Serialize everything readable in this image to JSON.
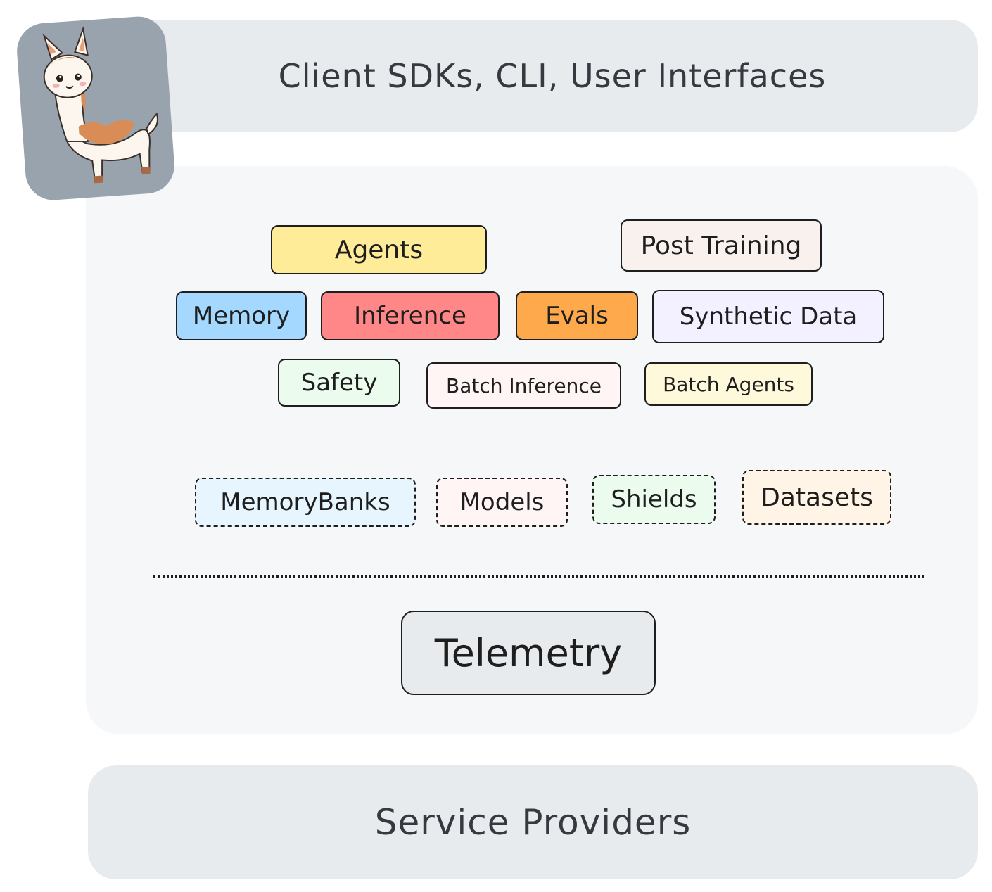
{
  "client_layer": {
    "label": "Client SDKs, CLI, User Interfaces"
  },
  "apis": [
    {
      "label": "Agents",
      "fill": "#ffec99"
    },
    {
      "label": "Post Training",
      "fill": "#f8f1ee"
    },
    {
      "label": "Memory",
      "fill": "#a5d8ff"
    },
    {
      "label": "Inference",
      "fill": "#ff8787"
    },
    {
      "label": "Evals",
      "fill": "#ffa94d"
    },
    {
      "label": "Synthetic Data",
      "fill": "#f3f0ff"
    },
    {
      "label": "Safety",
      "fill": "#ebfbee"
    },
    {
      "label": "Batch Inference",
      "fill": "#fff5f5"
    },
    {
      "label": "Batch Agents",
      "fill": "#fff9db"
    }
  ],
  "resources": [
    {
      "label": "MemoryBanks",
      "fill": "#e7f5ff"
    },
    {
      "label": "Models",
      "fill": "#fff5f5"
    },
    {
      "label": "Shields",
      "fill": "#ebfbee"
    },
    {
      "label": "Datasets",
      "fill": "#fff4e6"
    }
  ],
  "telemetry": {
    "label": "Telemetry",
    "fill": "#e8ebee"
  },
  "providers_layer": {
    "label": "Service Providers"
  },
  "logo": {
    "icon": "llama-icon"
  }
}
